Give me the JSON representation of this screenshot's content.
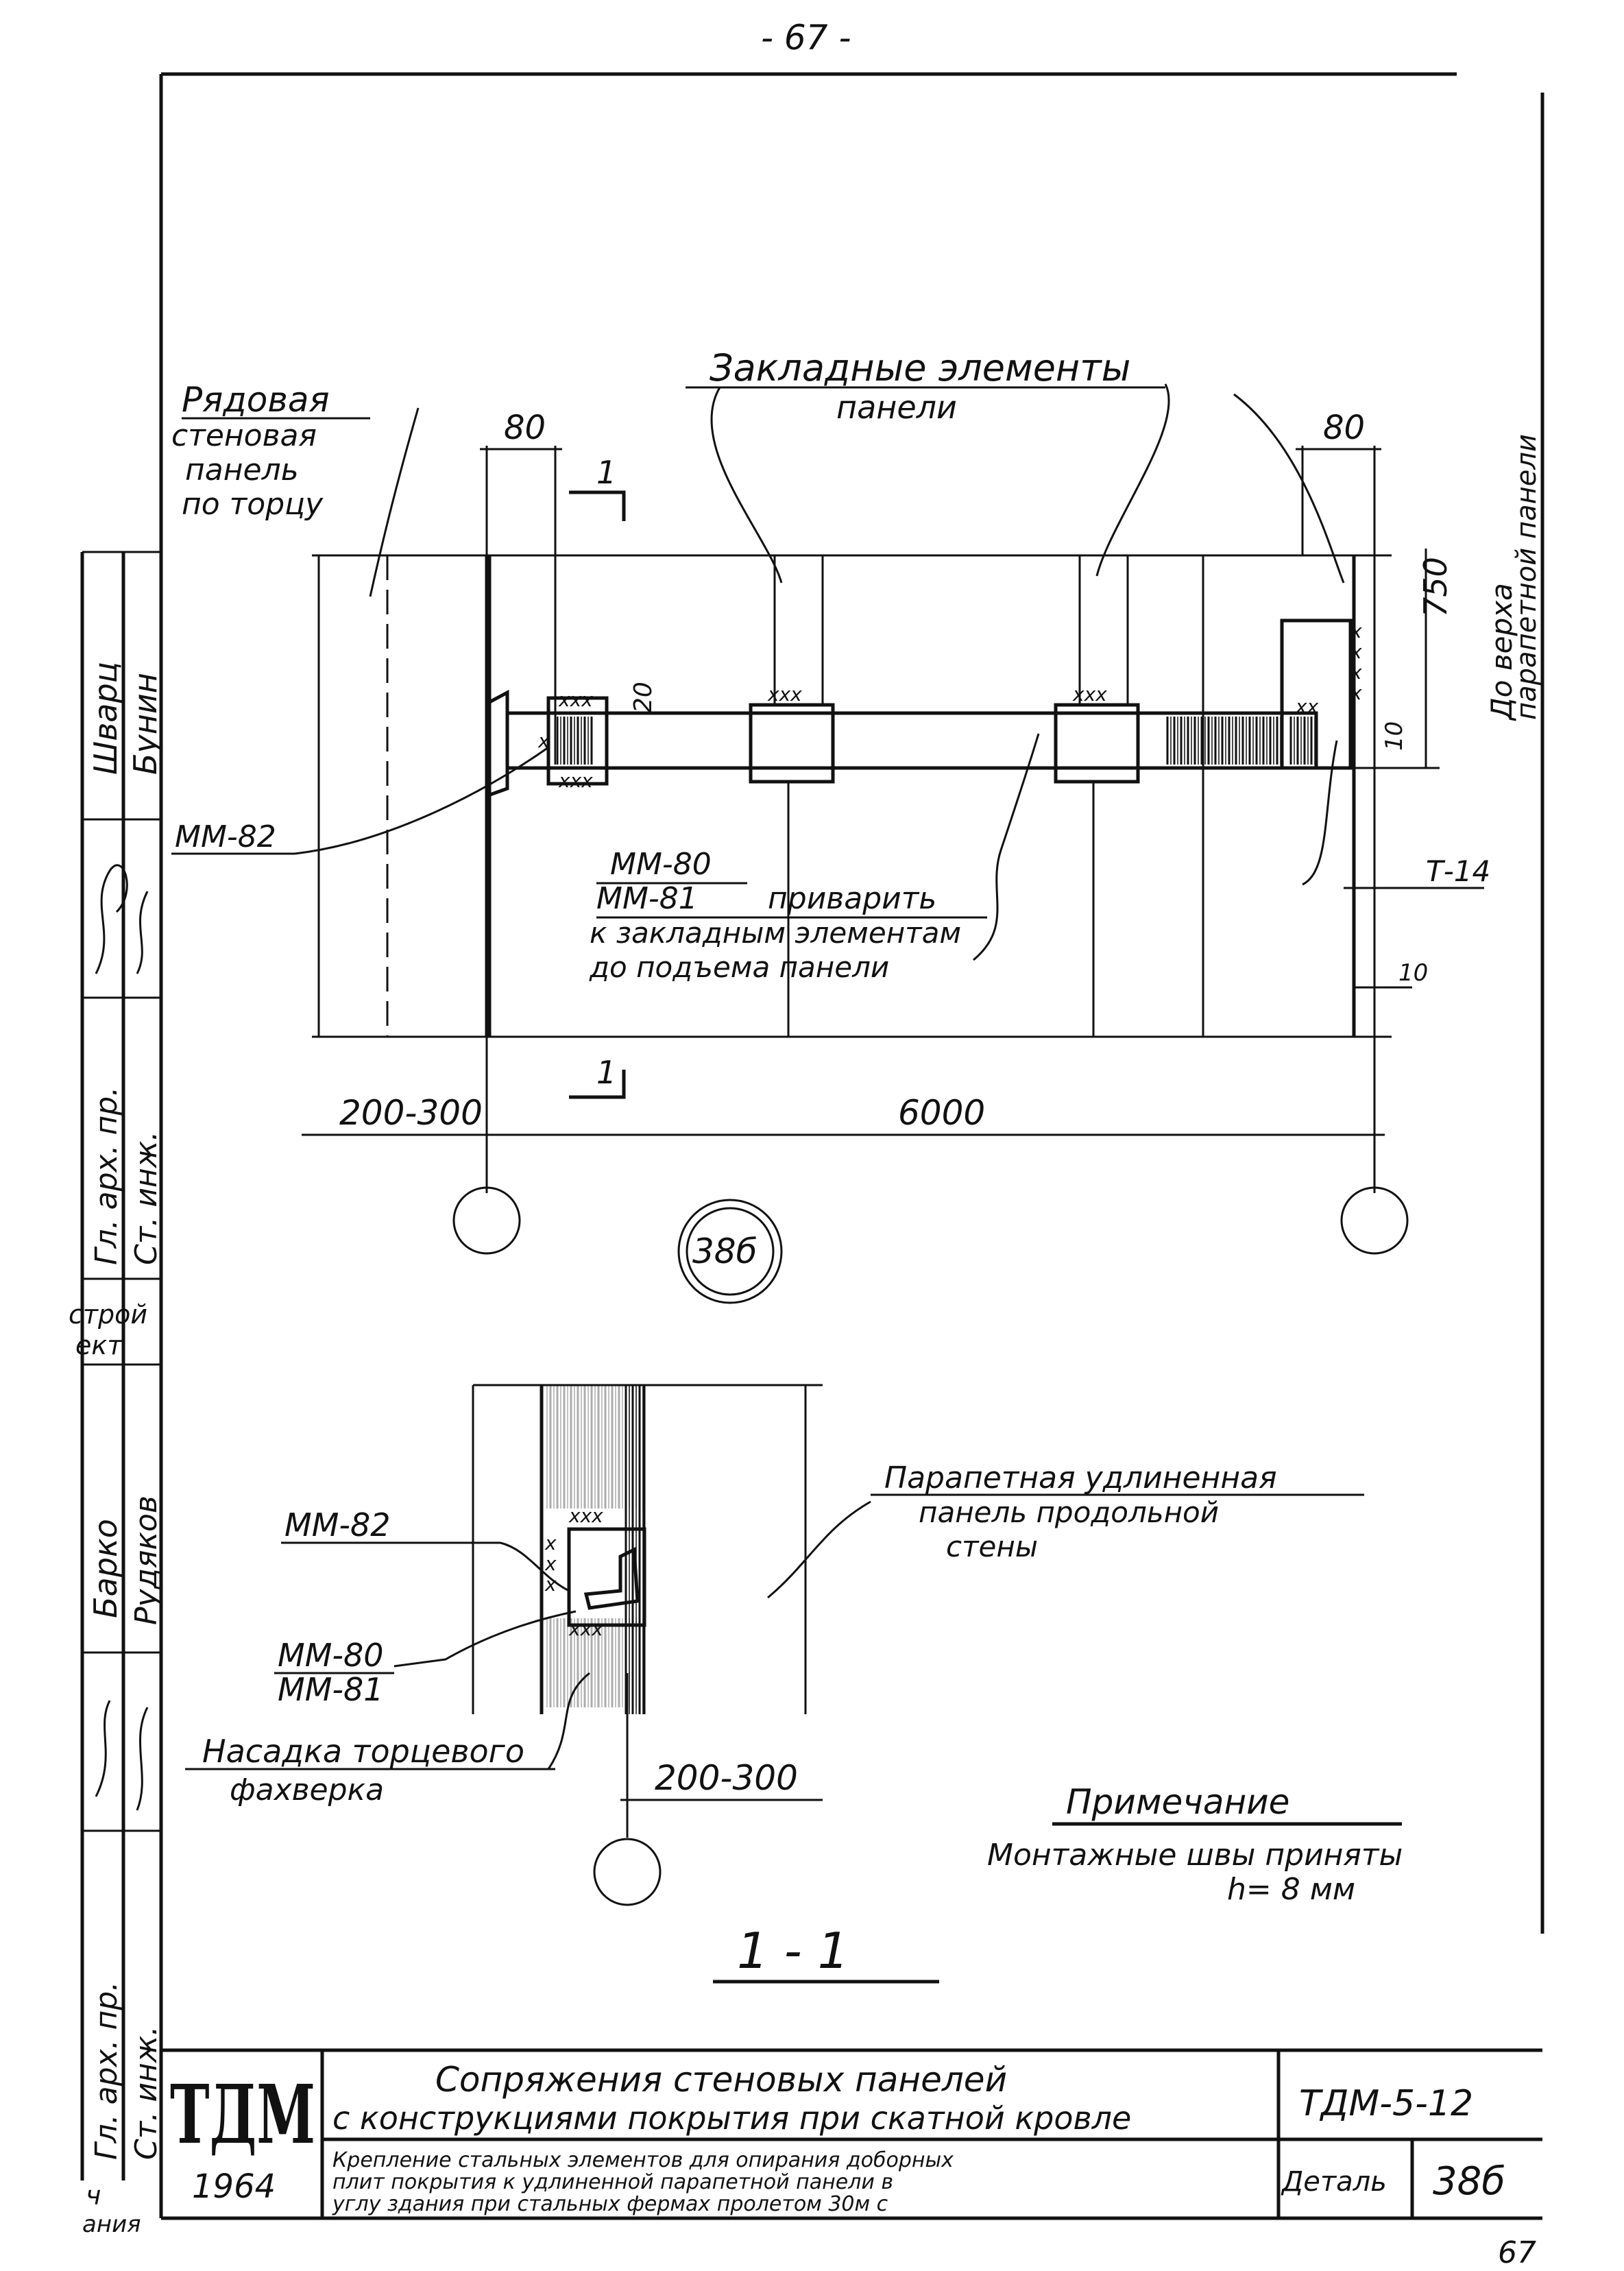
{
  "page": {
    "top_number": "- 67 -",
    "bottom_number": "67"
  },
  "plan": {
    "row_panel_label": [
      "Рядовая",
      "стеновая",
      "панель",
      "по торцу"
    ],
    "embedded_label": [
      "Закладные элементы",
      "панели"
    ],
    "parapet_top_label": [
      "До верха",
      "парапетной панели"
    ],
    "dim_80_left": "80",
    "dim_80_right": "80",
    "dim_750": "750",
    "dim_20": "20",
    "dim_10_top": "10",
    "dim_10_bottom": "10",
    "dim_200_300": "200-300",
    "dim_6000": "6000",
    "label_mm82": "ММ-82",
    "label_mm80": "ММ-80",
    "label_mm81": "ММ-81",
    "weld_note": [
      "приварить",
      "к закладным элементам",
      "до подъема панели"
    ],
    "label_t14": "Т-14",
    "section_mark": "1",
    "detail_number": "38б"
  },
  "section": {
    "parapet_label": [
      "Парапетная удлиненная",
      "панель продольной",
      "стены"
    ],
    "label_mm82": "ММ-82",
    "label_mm80": "ММ-80",
    "label_mm81": "ММ-81",
    "nozzle_label": [
      "Насадка торцевого",
      "фахверка"
    ],
    "dim_200_300": "200-300",
    "title": "1 - 1"
  },
  "note": {
    "title": "Примечание",
    "lines": [
      "Монтажные швы приняты",
      "h= 8 мм"
    ]
  },
  "side_stamp": {
    "rows": [
      {
        "role": "",
        "name": "Шварц"
      },
      {
        "role": "",
        "name": "Бунин"
      },
      {
        "role": "Гл. арх. пр.",
        "name": ""
      },
      {
        "role": "Ст. инж.",
        "name": ""
      },
      {
        "role": "",
        "name": "Барко"
      },
      {
        "role": "",
        "name": "Рудяков"
      },
      {
        "role": "Гл. арх. пр.",
        "name": ""
      },
      {
        "role": "Ст. инж.",
        "name": ""
      }
    ],
    "org_fragment": [
      "строй",
      "ект"
    ],
    "bottom_fragment": [
      "ч",
      "ания"
    ]
  },
  "title_block": {
    "logo": "ТДМ",
    "year": "1964",
    "main_title": [
      "Сопряжения стеновых панелей",
      "с конструкциями покрытия при скатной кровле"
    ],
    "subtitle": [
      "Крепление стальных элементов для опирания доборных",
      "плит покрытия к удлиненной парапетной панели в",
      "углу здания при стальных фермах пролетом 30м с"
    ],
    "code": "ТДМ-5-12",
    "detail_label": "Деталь",
    "detail_number": "38б"
  }
}
